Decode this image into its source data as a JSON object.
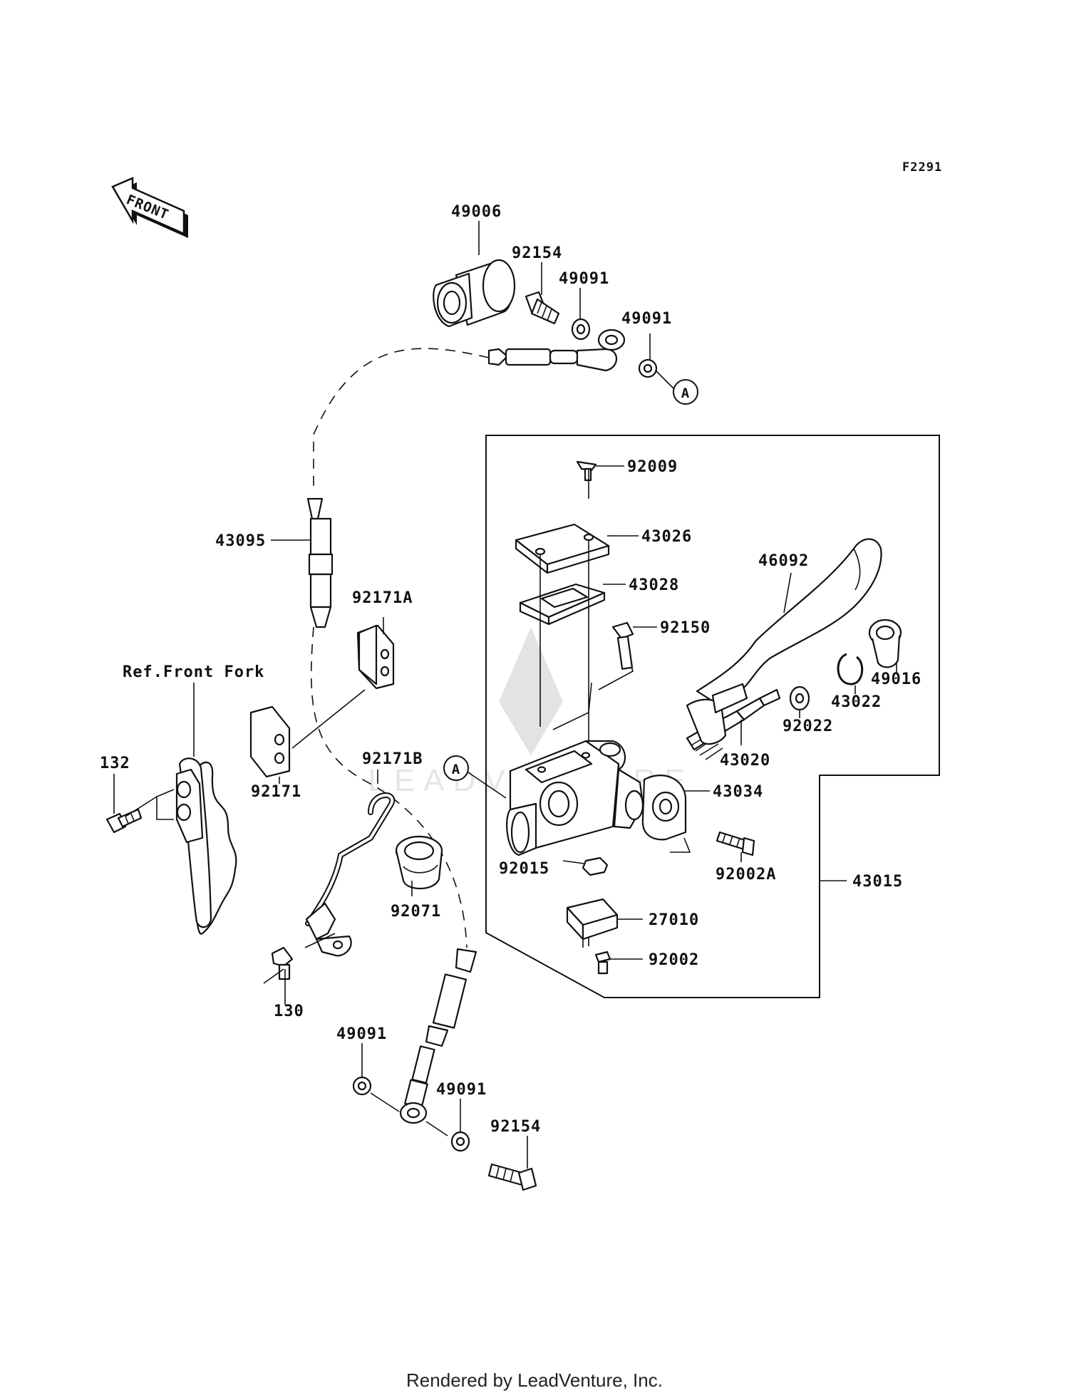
{
  "diagram": {
    "code": "F2291",
    "front_label": "FRONT",
    "ref_label": "Ref.Front Fork",
    "callout_a": "A",
    "watermark": "LEADVENTURE",
    "labels": {
      "p49006": "49006",
      "p92154_top": "92154",
      "p49091_top1": "49091",
      "p49091_top2": "49091",
      "p92009": "92009",
      "p43026": "43026",
      "p43028": "43028",
      "p46092": "46092",
      "p92150": "92150",
      "p49016": "49016",
      "p43022": "43022",
      "p92022": "92022",
      "p43020": "43020",
      "p43034": "43034",
      "p43095": "43095",
      "p92171A": "92171A",
      "p92171": "92171",
      "p92171B": "92171B",
      "p132": "132",
      "p92015": "92015",
      "p92002A": "92002A",
      "p43015": "43015",
      "p27010": "27010",
      "p92002": "92002",
      "p92071": "92071",
      "p130": "130",
      "p49091_bot1": "49091",
      "p49091_bot2": "49091",
      "p92154_bot": "92154"
    }
  },
  "footer": {
    "text": "Rendered by LeadVenture, Inc."
  }
}
